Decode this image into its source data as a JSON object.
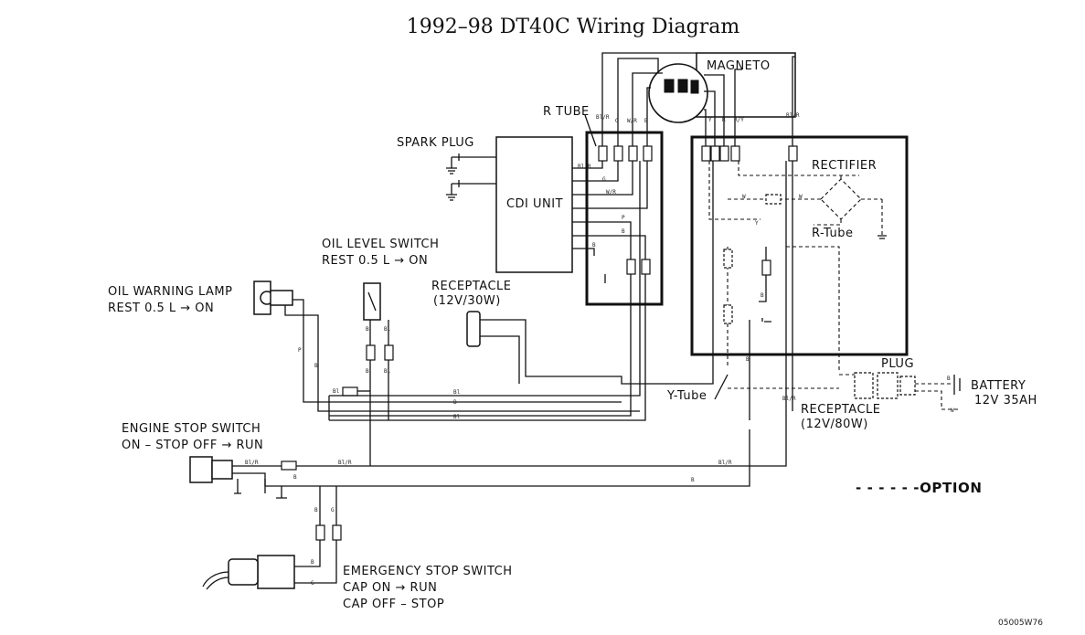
{
  "title": "1992–98 DT40C Wiring Diagram",
  "labels": {
    "magneto": "MAGNETO",
    "r_tube": "R TUBE",
    "spark_plug": "SPARK PLUG",
    "cdi_unit": "CDI UNIT",
    "rectifier": "RECTIFIER",
    "r_tube_lower": "R-Tube",
    "oil_level_switch": "OIL LEVEL SWITCH",
    "oil_level_switch_state": "REST 0.5 L → ON",
    "oil_warning_lamp": "OIL WARNING LAMP",
    "oil_warning_lamp_state": "REST 0.5 L → ON",
    "receptacle_12v30w": "RECEPTACLE",
    "receptacle_12v30w_rating": "(12V/30W)",
    "plug": "PLUG",
    "battery": "BATTERY",
    "battery_rating": "12V 35AH",
    "y_tube": "Y-Tube",
    "receptacle_12v80w": "RECEPTACLE",
    "receptacle_12v80w_rating": "(12V/80W)",
    "engine_stop_switch": "ENGINE STOP SWITCH",
    "engine_stop_switch_state": "ON – STOP  OFF  → RUN",
    "emergency_stop_switch": "EMERGENCY STOP SWITCH",
    "emergency_cap_on": "CAP ON  → RUN",
    "emergency_cap_off": "CAP OFF – STOP",
    "option_legend": "- - - - - -OPTION",
    "figure_code": "05005W76"
  },
  "wire_colors": {
    "black_red": "Bl/R",
    "green": "G",
    "white_red": "W/R",
    "brown": "B",
    "yellow": "Y",
    "red": "R",
    "red_yellow": "R/Y",
    "pink": "P",
    "white": "W",
    "blue": "Bl"
  },
  "colors": {
    "line": "#111111",
    "background": "#ffffff"
  }
}
